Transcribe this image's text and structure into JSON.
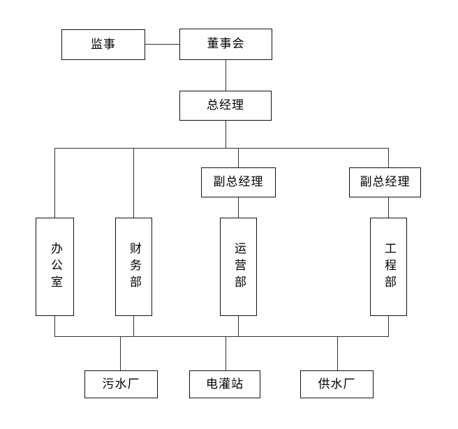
{
  "chart": {
    "type": "org-chart",
    "title": "",
    "orientation": "top-down",
    "line_color": "#333333",
    "box_border_color": "#111111",
    "box_fill_color": "#ffffff",
    "text_color": "#000000",
    "levels": [
      {
        "level": 0,
        "nodes": [
          {
            "id": "supervisor",
            "label": "监事",
            "text_direction": "horizontal"
          },
          {
            "id": "board",
            "label": "董事会",
            "text_direction": "horizontal"
          }
        ]
      },
      {
        "level": 1,
        "nodes": [
          {
            "id": "general-manager",
            "label": "总经理",
            "text_direction": "horizontal"
          }
        ]
      },
      {
        "level": 2,
        "nodes": [
          {
            "id": "deputy-manager-1",
            "label": "副总经理",
            "text_direction": "horizontal"
          },
          {
            "id": "deputy-manager-2",
            "label": "副总经理",
            "text_direction": "horizontal"
          }
        ]
      },
      {
        "level": 3,
        "nodes": [
          {
            "id": "office",
            "label": "办公室",
            "text_direction": "vertical"
          },
          {
            "id": "finance-dept",
            "label": "财务部",
            "text_direction": "vertical"
          },
          {
            "id": "operations-dept",
            "label": "运营部",
            "text_direction": "vertical"
          },
          {
            "id": "engineering-dept",
            "label": "工程部",
            "text_direction": "vertical"
          }
        ]
      },
      {
        "level": 4,
        "nodes": [
          {
            "id": "sewage-plant",
            "label": "污水厂",
            "text_direction": "horizontal"
          },
          {
            "id": "irrigation-station",
            "label": "电灌站",
            "text_direction": "horizontal"
          },
          {
            "id": "water-supply-plant",
            "label": "供水厂",
            "text_direction": "horizontal"
          }
        ]
      }
    ],
    "edges": [
      {
        "from": "supervisor",
        "to": "board",
        "style": "horizontal-link"
      },
      {
        "from": "board",
        "to": "general-manager",
        "style": "vertical"
      },
      {
        "from": "general-manager",
        "to": "bus-upper",
        "style": "vertical"
      },
      {
        "from": "bus-upper",
        "to": "office",
        "style": "vertical"
      },
      {
        "from": "bus-upper",
        "to": "finance-dept",
        "style": "vertical"
      },
      {
        "from": "bus-upper",
        "to": "deputy-manager-1",
        "style": "vertical"
      },
      {
        "from": "bus-upper",
        "to": "deputy-manager-2",
        "style": "vertical"
      },
      {
        "from": "deputy-manager-1",
        "to": "operations-dept",
        "style": "vertical"
      },
      {
        "from": "deputy-manager-2",
        "to": "engineering-dept",
        "style": "vertical"
      },
      {
        "from": "office",
        "to": "bus-lower",
        "style": "vertical"
      },
      {
        "from": "finance-dept",
        "to": "bus-lower",
        "style": "vertical"
      },
      {
        "from": "operations-dept",
        "to": "bus-lower",
        "style": "vertical"
      },
      {
        "from": "engineering-dept",
        "to": "bus-lower",
        "style": "vertical"
      },
      {
        "from": "bus-lower",
        "to": "sewage-plant",
        "style": "vertical"
      },
      {
        "from": "bus-lower",
        "to": "irrigation-station",
        "style": "vertical"
      },
      {
        "from": "bus-lower",
        "to": "water-supply-plant",
        "style": "vertical"
      }
    ]
  },
  "nodes": {
    "supervisor": {
      "label": "监事"
    },
    "board": {
      "label": "董事会"
    },
    "general_manager": {
      "label": "总经理"
    },
    "deputy_manager_1": {
      "label": "副总经理"
    },
    "deputy_manager_2": {
      "label": "副总经理"
    },
    "office": {
      "label": "办公室"
    },
    "finance_dept": {
      "label": "财务部"
    },
    "operations_dept": {
      "label": "运营部"
    },
    "engineering_dept": {
      "label": "工程部"
    },
    "sewage_plant": {
      "label": "污水厂"
    },
    "irrigation_station": {
      "label": "电灌站"
    },
    "water_supply_plant": {
      "label": "供水厂"
    }
  }
}
